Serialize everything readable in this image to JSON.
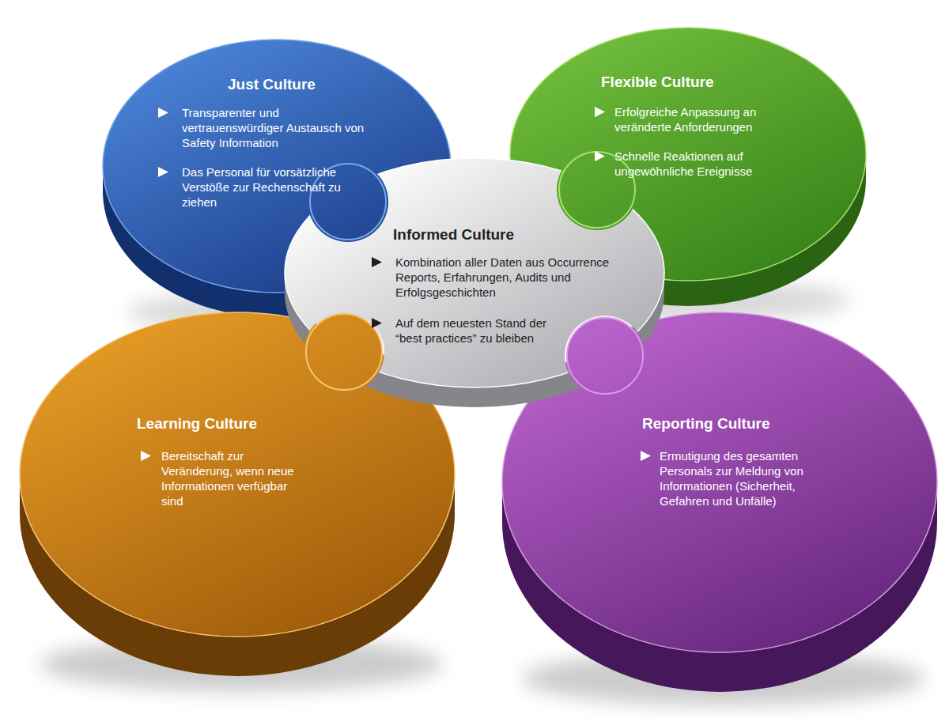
{
  "diagram": {
    "nodes": [
      {
        "text": [
          "Just Culture",
          "Transparenter und vertrauenswürdiger Austausch von Safety Information",
          "Das Personal für vorsätzliche Verstöße zur Rechenschaft zu ziehen"
        ]
      },
      {
        "text": [
          "Flexible Culture",
          "Erfolgreiche Anpassung an veränderte Anforderungen",
          "Schnelle Reaktionen auf ungewöhnliche Ereignisse"
        ]
      },
      {
        "text": [
          "Informed Culture",
          "Kombination aller Daten aus Occurrence Reports, Erfahrungen, Audits und Erfolgsgeschichten",
          "Auf dem neuesten Stand der “best practices” zu bleiben"
        ]
      },
      {
        "text": [
          "Learning Culture",
          "Bereitschaft zur Veränderung, wenn neue Informationen verfügbar sind"
        ]
      },
      {
        "text": [
          "Reporting Culture",
          "Ermutigung des gesamten Personals zur Meldung von Informationen (Sicherheit, Gefahren und Unfälle)"
        ]
      }
    ]
  }
}
